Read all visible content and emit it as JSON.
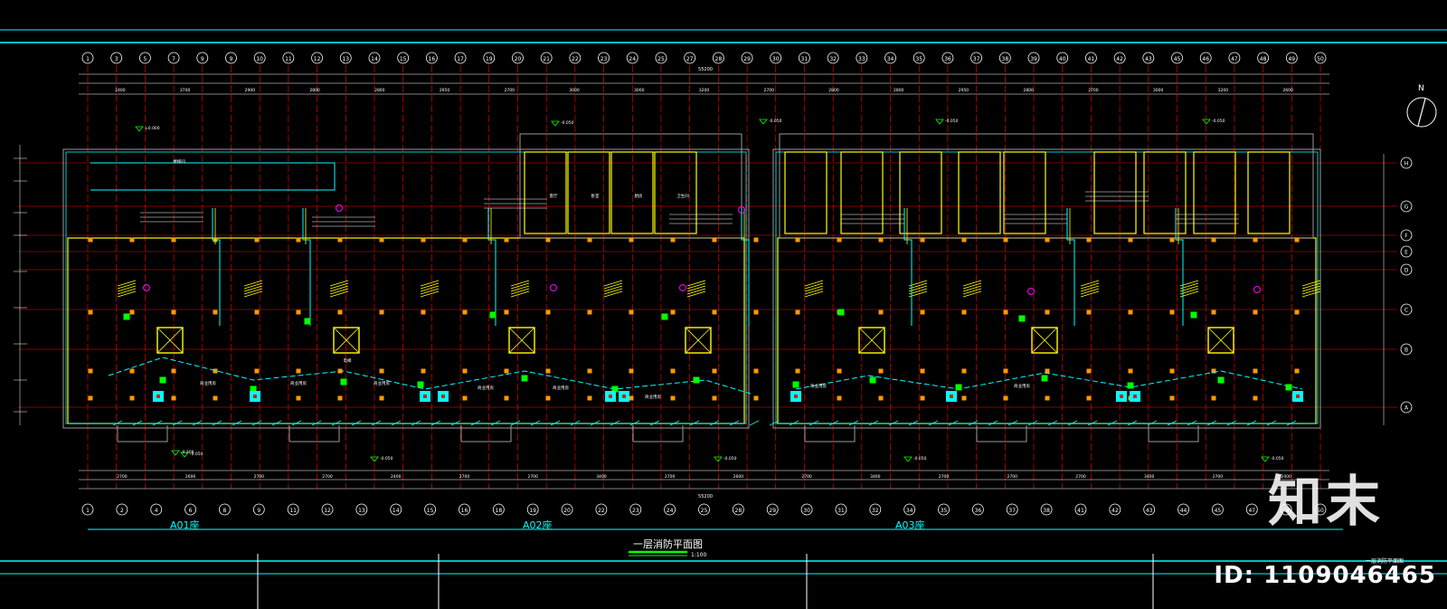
{
  "drawing": {
    "title": "一层消防平面图",
    "scale": "1:100",
    "north_label": "N",
    "blocks": [
      "A01座",
      "A02座",
      "A03座"
    ],
    "top_axis_labels": [
      "1",
      "3",
      "5",
      "7",
      "9",
      "9",
      "10",
      "11",
      "12",
      "13",
      "14",
      "15",
      "16",
      "17",
      "19",
      "20",
      "21",
      "22",
      "23",
      "24",
      "25",
      "27",
      "28",
      "29",
      "30",
      "31",
      "32",
      "33",
      "34",
      "35",
      "36",
      "37",
      "38",
      "39",
      "40",
      "41",
      "42",
      "43",
      "45",
      "46",
      "47",
      "48",
      "49",
      "50"
    ],
    "bottom_axis_labels": [
      "1",
      "2",
      "4",
      "6",
      "8",
      "9",
      "11",
      "12",
      "13",
      "14",
      "15",
      "16",
      "18",
      "19",
      "20",
      "22",
      "23",
      "24",
      "25",
      "28",
      "29",
      "30",
      "31",
      "32",
      "34",
      "35",
      "36",
      "37",
      "38",
      "41",
      "42",
      "43",
      "44",
      "45",
      "47",
      "48",
      "50"
    ],
    "row_axis_labels": [
      "H",
      "G",
      "F",
      "E",
      "D",
      "C",
      "B",
      "A"
    ],
    "top_dims": [
      "2400",
      "3700",
      "2900",
      "2800",
      "2800",
      "2950",
      "2700",
      "3000",
      "3000",
      "3200",
      "2700",
      "2800",
      "2800",
      "2950",
      "2800",
      "2700",
      "3000",
      "3200",
      "2600"
    ],
    "bottom_dims": [
      "2700",
      "2600",
      "2700",
      "2700",
      "2400",
      "2700",
      "2700",
      "3400",
      "2700",
      "2600",
      "2700",
      "3400",
      "2700",
      "2700",
      "2700",
      "3400",
      "2700",
      "2400"
    ],
    "total_dim": "55200",
    "room_labels": [
      "客厅",
      "卧室",
      "厨房",
      "卫生间",
      "楼梯间",
      "电梯",
      "商业用房",
      "商业用房",
      "商业用房",
      "商业用房",
      "商业用房",
      "商业用房",
      "商业用房",
      "商业用房"
    ],
    "level_marks": [
      "-0.050",
      "±0.000",
      "-0.300"
    ],
    "small_sheet_label": "一层消防平面图"
  },
  "watermark": {
    "logo": "知末",
    "id_text": "ID: 1109046465"
  },
  "colors": {
    "background": "#000000",
    "cyan": "#00ffff",
    "green": "#00ff00",
    "red": "#ff0000",
    "yellow": "#ffff00",
    "orange": "#ff9900",
    "magenta": "#ff00ff",
    "white": "#ffffff",
    "grey": "#9a9a9a"
  }
}
